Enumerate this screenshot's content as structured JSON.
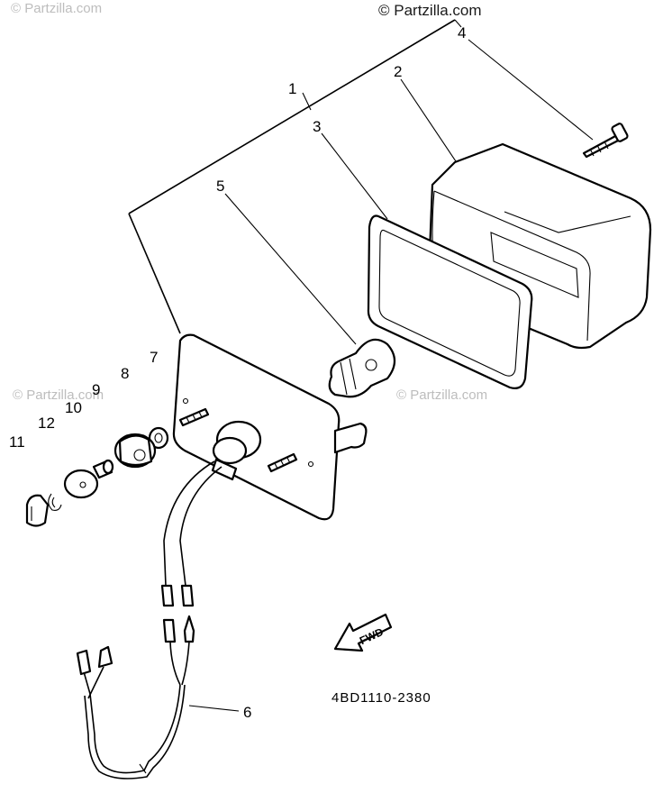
{
  "watermarks": {
    "top_right": "© Partzilla.com",
    "top_left": "© Partzilla.com",
    "mid_left": "© Partzilla.com",
    "mid_right": "© Partzilla.com"
  },
  "callouts": {
    "c1": "1",
    "c2": "2",
    "c3": "3",
    "c4": "4",
    "c5": "5",
    "c6": "6",
    "c7": "7",
    "c8": "8",
    "c9": "9",
    "c10": "10",
    "c11": "11",
    "c12": "12"
  },
  "direction_label": "FWD",
  "diagram_code": "4BD1110-2380"
}
